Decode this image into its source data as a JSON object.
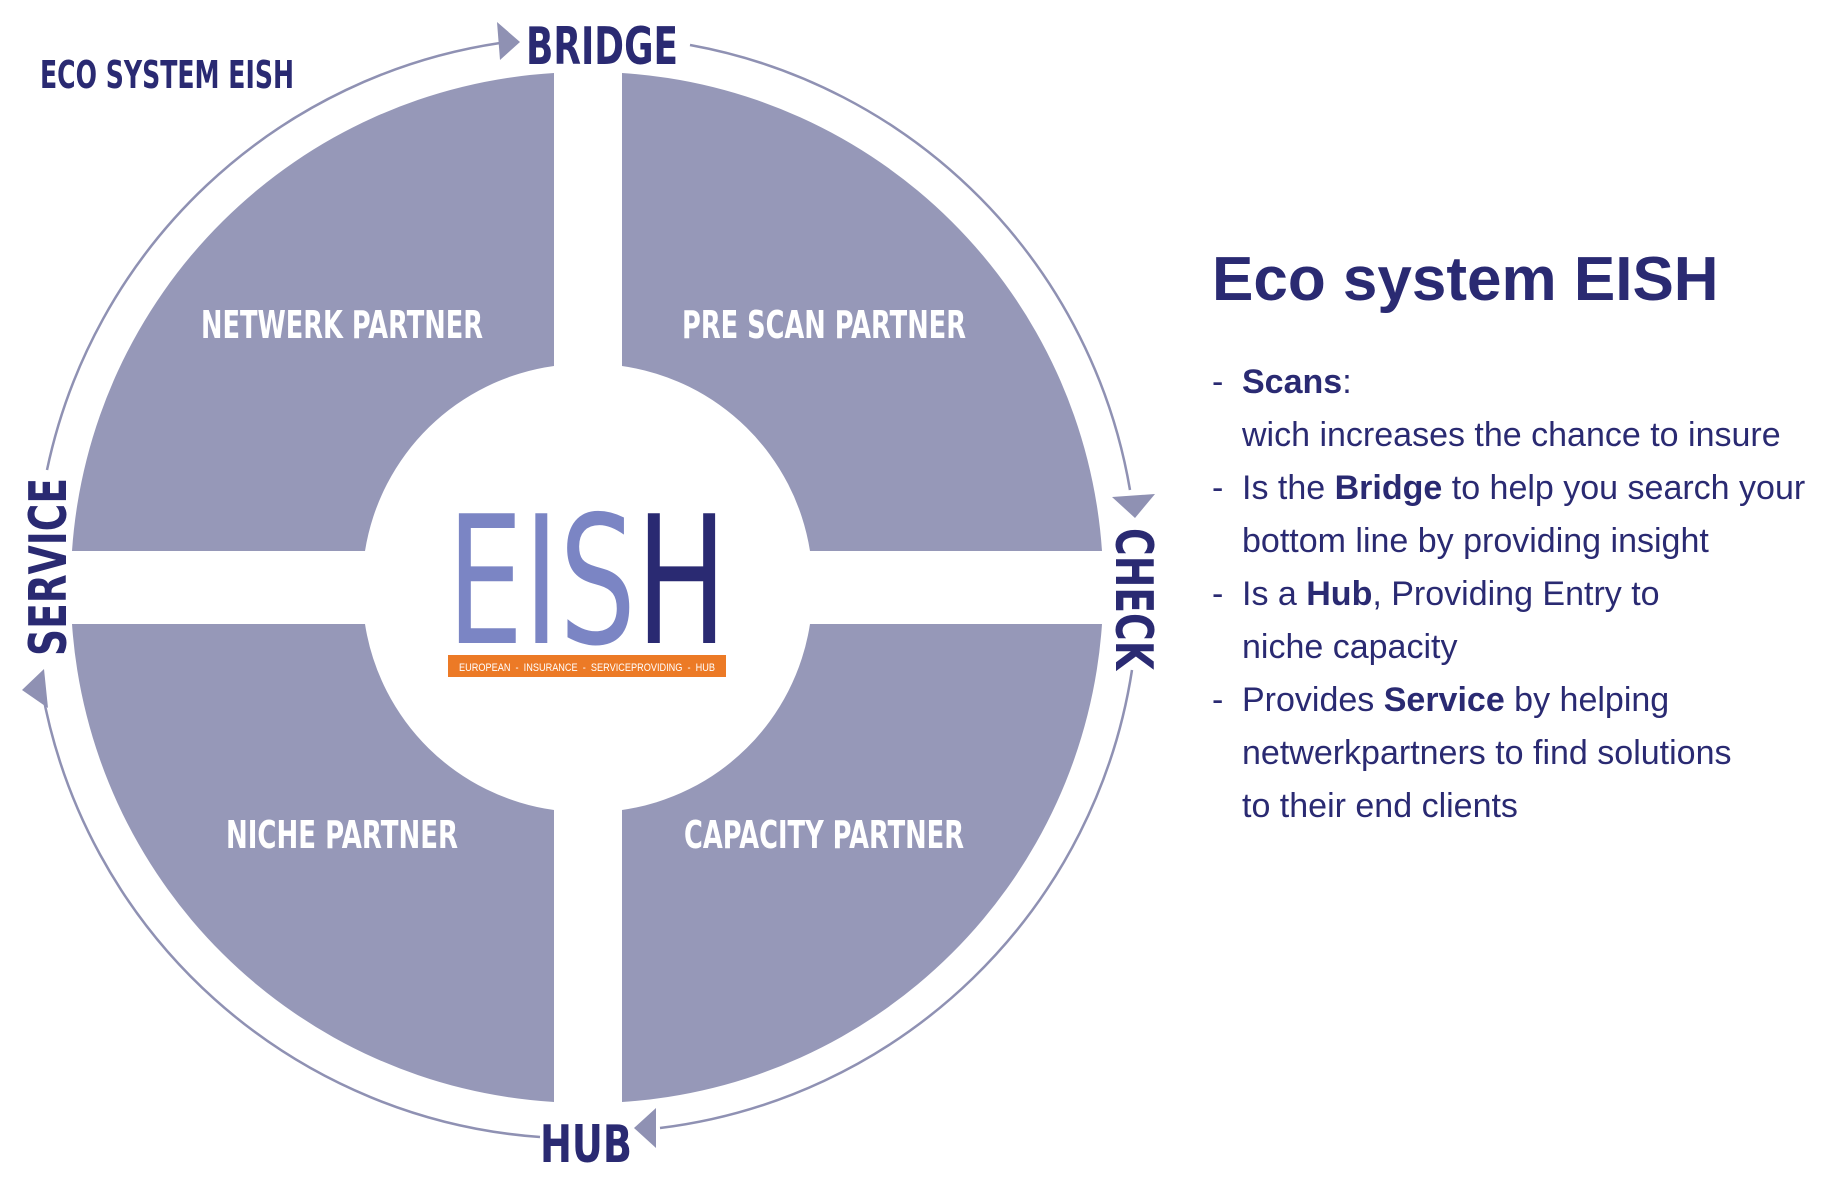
{
  "top_left_title": "ECO SYSTEM EISH",
  "cycle_labels": {
    "bridge": "BRIDGE",
    "check": "CHECK",
    "hub": "HUB",
    "service": "SERVICE"
  },
  "quadrants": {
    "top_left": "NETWERK PARTNER",
    "top_right": "PRE SCAN PARTNER",
    "bottom_left": "NICHE PARTNER",
    "bottom_right": "CAPACITY PARTNER"
  },
  "logo": {
    "letters": "EISH",
    "tagline": "EUROPEAN  -  INSURANCE  -  SERVICEPROVIDING  -  HUB"
  },
  "panel": {
    "title": "Eco system EISH",
    "dash": "-",
    "bullets": [
      {
        "pre": "",
        "bold": "Scans",
        "post": ":",
        "line2": "wich increases the chance to insure",
        "line3": ""
      },
      {
        "pre": "Is the ",
        "bold": "Bridge",
        "post": " to help you search your",
        "line2": "bottom line by providing insight",
        "line3": ""
      },
      {
        "pre": "Is a ",
        "bold": "Hub",
        "post": ", Providing Entry to",
        "line2": "niche capacity",
        "line3": ""
      },
      {
        "pre": "Provides ",
        "bold": "Service",
        "post": " by helping",
        "line2": "netwerkpartners to find solutions",
        "line3": "to their end clients"
      }
    ]
  },
  "colors": {
    "navy": "#2a2a72",
    "quadrant": "#9698b8",
    "ring": "#8f91b3",
    "logo_light": "#7b85c4",
    "logo_dark": "#2a2a72",
    "tagline_bg": "#ec7a26"
  }
}
